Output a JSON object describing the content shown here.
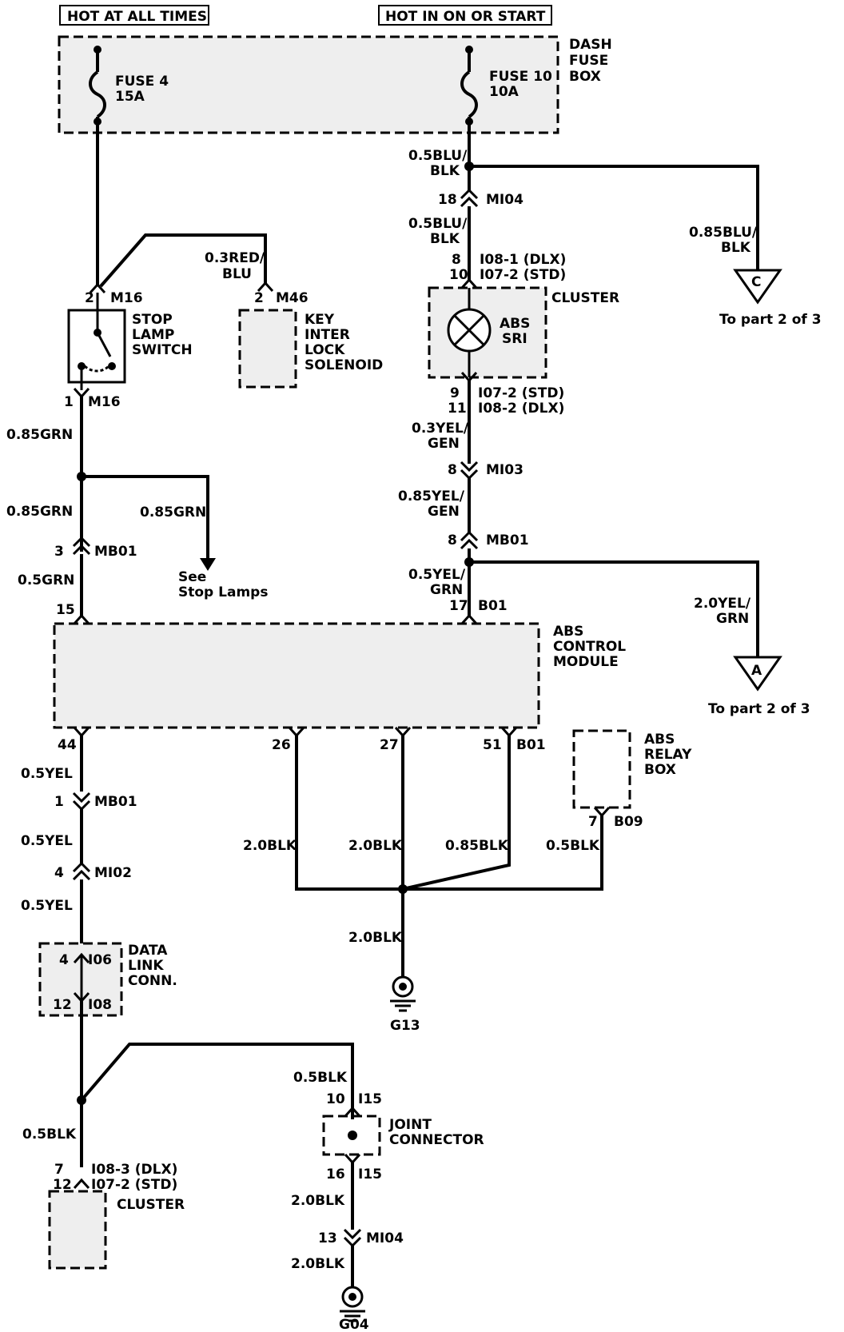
{
  "header": {
    "hot_at_all_times": "HOT AT ALL TIMES",
    "hot_in_on_or_start": "HOT IN ON OR START"
  },
  "fuse_box": {
    "line1": "DASH",
    "line2": "FUSE",
    "line3": "BOX"
  },
  "fuse4": {
    "name": "FUSE 4",
    "rating": "15A"
  },
  "fuse10": {
    "name": "FUSE 10",
    "rating": "10A"
  },
  "wires": {
    "blu_blk_1a": "0.5BLU/",
    "blu_blk_1b": "BLK",
    "blu_blk_2a": "0.5BLU/",
    "blu_blk_2b": "BLK",
    "blu_blk_085a": "0.85BLU/",
    "blu_blk_085b": "BLK",
    "red_blu_a": "0.3RED/",
    "red_blu_b": "BLU",
    "grn_085_1": "0.85GRN",
    "grn_085_2": "0.85GRN",
    "grn_085_3": "0.85GRN",
    "grn_05": "0.5GRN",
    "yel_gen_03a": "0.3YEL/",
    "yel_gen_03b": "GEN",
    "yel_gen_085a": "0.85YEL/",
    "yel_gen_085b": "GEN",
    "yel_grn_05a": "0.5YEL/",
    "yel_grn_05b": "GRN",
    "yel_grn_20a": "2.0YEL/",
    "yel_grn_20b": "GRN",
    "yel_05_1": "0.5YEL",
    "yel_05_2": "0.5YEL",
    "yel_05_3": "0.5YEL",
    "blk_20_1": "2.0BLK",
    "blk_20_2": "2.0BLK",
    "blk_085": "0.85BLK",
    "blk_05_relay": "0.5BLK",
    "blk_20_3": "2.0BLK",
    "blk_05_a": "0.5BLK",
    "blk_05_b": "0.5BLK",
    "blk_20_4": "2.0BLK",
    "blk_20_5": "2.0BLK"
  },
  "connectors": {
    "mi04_top_pin": "18",
    "mi04_top": "MI04",
    "i08_1_pin": "8",
    "i08_1": "I08-1 (DLX)",
    "i07_2_pin": "10",
    "i07_2": "I07-2 (STD)",
    "m16_top_pin": "2",
    "m16_top": "M16",
    "m46_pin": "2",
    "m46": "M46",
    "m16_bot_pin": "1",
    "m16_bot": "M16",
    "cl_bot_pin1": "9",
    "cl_bot_1": "I07-2 (STD)",
    "cl_bot_pin2": "11",
    "cl_bot_2": "I08-2 (DLX)",
    "mi03_pin": "8",
    "mi03": "MI03",
    "mb01_r_pin": "8",
    "mb01_r": "MB01",
    "mb01_l_pin": "3",
    "mb01_l": "MB01",
    "abs_15": "15",
    "abs_17": "17",
    "b01_top": "B01",
    "abs_44": "44",
    "abs_26": "26",
    "abs_27": "27",
    "abs_51": "51",
    "b01_bot": "B01",
    "mb01_y_pin": "1",
    "mb01_y": "MB01",
    "mi02_pin": "4",
    "mi02": "MI02",
    "i06_pin": "4",
    "i06": "I06",
    "i08_dl_pin": "12",
    "i08_dl": "I08",
    "b09_pin": "7",
    "b09": "B09",
    "cl2_pin1": "7",
    "cl2_1": "I08-3 (DLX)",
    "cl2_pin2": "12",
    "cl2_2": "I07-2 (STD)",
    "i15_top_pin": "10",
    "i15_top": "I15",
    "i15_bot_pin": "16",
    "i15_bot": "I15",
    "mi04_bot_pin": "13",
    "mi04_bot": "MI04"
  },
  "components": {
    "stop_lamp": [
      "STOP",
      "LAMP",
      "SWITCH"
    ],
    "key_interlock": [
      "KEY",
      "INTER",
      "LOCK",
      "SOLENOID"
    ],
    "cluster_top": "CLUSTER",
    "abs_sri": [
      "ABS",
      "SRI"
    ],
    "abs_module": [
      "ABS",
      "CONTROL",
      "MODULE"
    ],
    "abs_relay": [
      "ABS",
      "RELAY",
      "BOX"
    ],
    "data_link": [
      "DATA",
      "LINK",
      "CONN."
    ],
    "cluster_bottom": "CLUSTER",
    "joint_connector": [
      "JOINT",
      "CONNECTOR"
    ]
  },
  "offpage": {
    "c_letter": "C",
    "c_text": "To part 2 of 3",
    "a_letter": "A",
    "a_text": "To  part 2 of 3"
  },
  "see_stop_lamps": [
    "See",
    "Stop Lamps"
  ],
  "grounds": {
    "g13": "G13",
    "g04": "G04"
  }
}
